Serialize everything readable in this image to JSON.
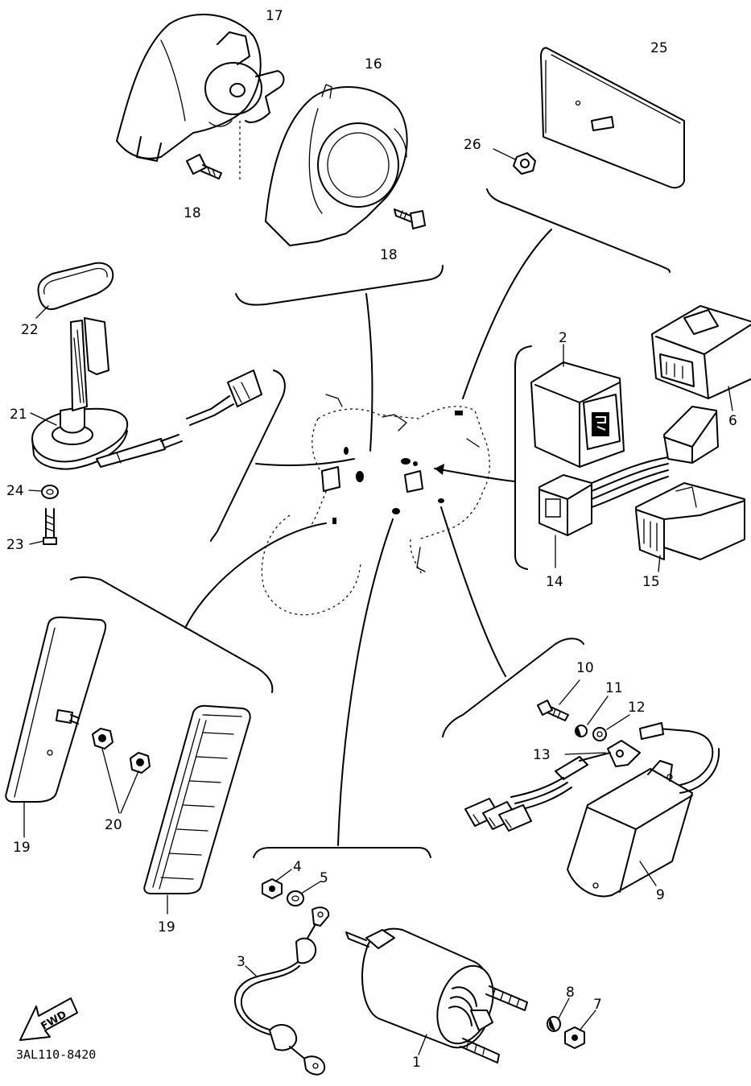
{
  "diagram": {
    "part_numbers": [
      "1",
      "2",
      "3",
      "4",
      "5",
      "6",
      "7",
      "8",
      "9",
      "10",
      "11",
      "12",
      "13",
      "14",
      "15",
      "16",
      "17",
      "18",
      "18",
      "19",
      "19",
      "20",
      "21",
      "22",
      "23",
      "24",
      "25",
      "26"
    ],
    "drawing_code": "3AL110-8420",
    "arrow_text": "FWD"
  },
  "labels": {
    "p1": "1",
    "p2": "2",
    "p3": "3",
    "p4": "4",
    "p5": "5",
    "p6": "6",
    "p7": "7",
    "p8": "8",
    "p9": "9",
    "p10": "10",
    "p11": "11",
    "p12": "12",
    "p13": "13",
    "p14": "14",
    "p15": "15",
    "p16": "16",
    "p17": "17",
    "p18a": "18",
    "p18b": "18",
    "p19a": "19",
    "p19b": "19",
    "p20": "20",
    "p21": "21",
    "p22": "22",
    "p23": "23",
    "p24": "24",
    "p25": "25",
    "p26": "26"
  },
  "code": "3AL110-8420",
  "fwd": "FWD"
}
